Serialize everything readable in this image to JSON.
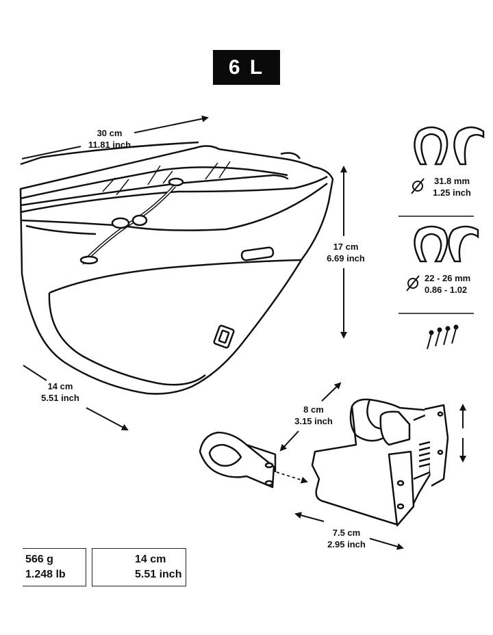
{
  "capacity_label": "6 L",
  "dimensions": {
    "width": {
      "metric": "30 cm",
      "imperial": "11.81 inch"
    },
    "height": {
      "metric": "17 cm",
      "imperial": "6.69 inch"
    },
    "depth": {
      "metric": "14 cm",
      "imperial": "5.51 inch"
    },
    "mount_height": {
      "metric": "8 cm",
      "imperial": "3.15 inch"
    },
    "mount_width": {
      "metric": "7.5 cm",
      "imperial": "2.95 inch"
    }
  },
  "clamps": [
    {
      "metric": "31.8 mm",
      "imperial": "1.25 inch"
    },
    {
      "metric": "22 - 26 mm",
      "imperial": "0.86 - 1.02"
    }
  ],
  "specs": {
    "weight": {
      "metric": "566 g",
      "imperial": "1.248 lb"
    },
    "folded": {
      "metric": "14 cm",
      "imperial": "5.51 inch"
    }
  },
  "icons": [
    "diameter-icon",
    "folded-size-icon",
    "screw-icon",
    "clamp-icon"
  ],
  "colors": {
    "ink": "#111111",
    "label_bg": "#0a0a0a",
    "label_fg": "#ffffff"
  }
}
